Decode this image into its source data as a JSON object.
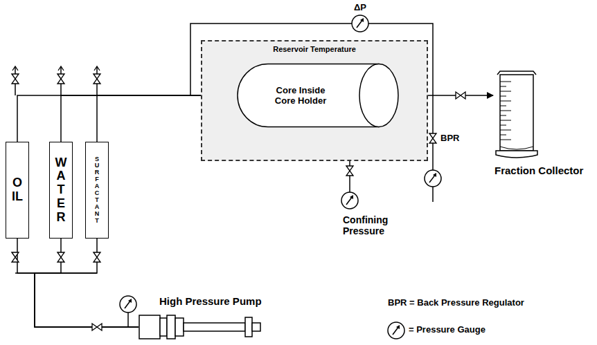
{
  "diagram": {
    "nodes": [
      {
        "text": [
          "OIL"
        ]
      },
      {
        "text": [
          "WATER"
        ]
      },
      {
        "text": [
          "SURFACTANT"
        ]
      },
      {
        "text": [
          "Reservoir Temperature"
        ]
      },
      {
        "text": [
          "Core Inside Core Holder"
        ],
        "in": 3
      },
      {
        "text": [
          "Fraction Collector"
        ]
      },
      {
        "text": [
          "High Pressure Pump"
        ]
      }
    ],
    "edges": [
      {
        "from": 0,
        "to": 4,
        "arrow": "to"
      },
      {
        "from": 1,
        "to": 4,
        "arrow": "to"
      },
      {
        "from": 2,
        "to": 4,
        "arrow": "to"
      },
      {
        "from": 4,
        "to": 5,
        "arrow": "to"
      },
      {
        "from": 6,
        "to": 0,
        "arrow": "none"
      },
      {
        "from": 6,
        "to": 1,
        "arrow": "none"
      },
      {
        "from": 6,
        "to": 2,
        "arrow": "none"
      }
    ],
    "labels": [
      "ΔP",
      "BPR",
      "Confining Pressure",
      "BPR = Back Pressure Regulator"
    ],
    "legend": [
      {
        "text": "= Pressure Gauge"
      }
    ]
  }
}
